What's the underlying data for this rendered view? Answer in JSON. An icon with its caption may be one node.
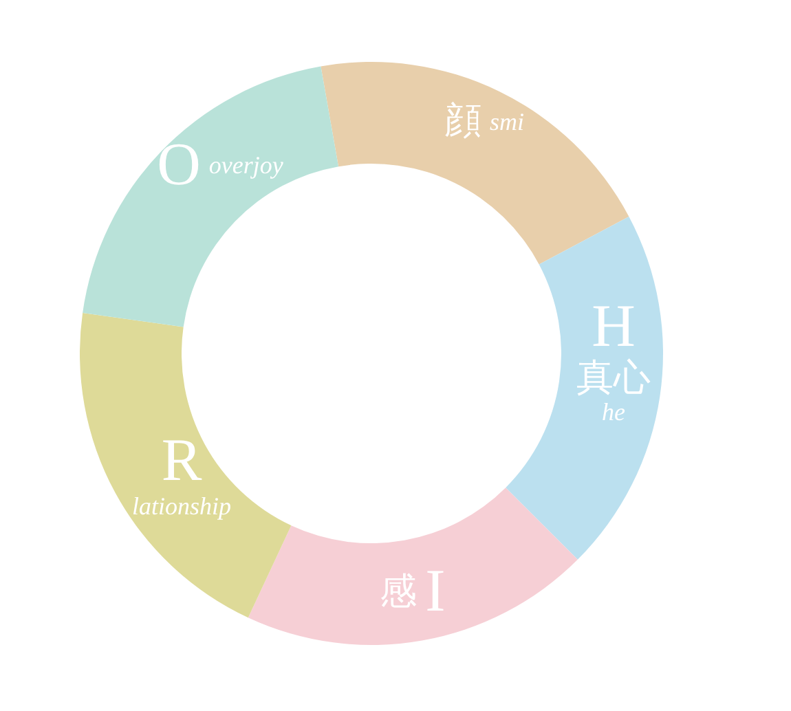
{
  "diagram": {
    "nodes": [
      {
        "text": [
          "顔",
          "smi"
        ]
      },
      {
        "text": [
          "H",
          "真心",
          "he"
        ]
      },
      {
        "text": [
          "感",
          "I"
        ]
      },
      {
        "text": [
          "R",
          "lationship"
        ]
      },
      {
        "text": [
          "O",
          "overjoy"
        ]
      }
    ]
  }
}
